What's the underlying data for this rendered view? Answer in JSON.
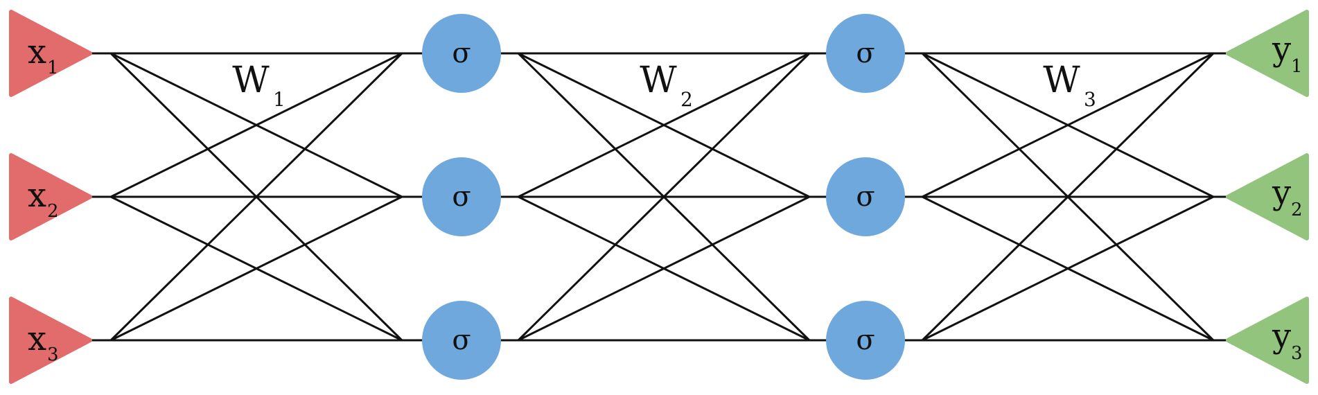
{
  "diagram": {
    "colors": {
      "input": "#e26b6b",
      "hidden": "#6fa8dc",
      "output": "#93c47d",
      "edge": "#111111",
      "text": "#111111"
    },
    "inputs": [
      {
        "symbol": "x",
        "subscript": "1"
      },
      {
        "symbol": "x",
        "subscript": "2"
      },
      {
        "symbol": "x",
        "subscript": "3"
      }
    ],
    "hidden_layers": [
      {
        "nodes": [
          {
            "label": "σ"
          },
          {
            "label": "σ"
          },
          {
            "label": "σ"
          }
        ]
      },
      {
        "nodes": [
          {
            "label": "σ"
          },
          {
            "label": "σ"
          },
          {
            "label": "σ"
          }
        ]
      }
    ],
    "outputs": [
      {
        "symbol": "y",
        "subscript": "1"
      },
      {
        "symbol": "y",
        "subscript": "2"
      },
      {
        "symbol": "y",
        "subscript": "3"
      }
    ],
    "weights": [
      {
        "symbol": "W",
        "subscript": "1"
      },
      {
        "symbol": "W",
        "subscript": "2"
      },
      {
        "symbol": "W",
        "subscript": "3"
      }
    ]
  }
}
